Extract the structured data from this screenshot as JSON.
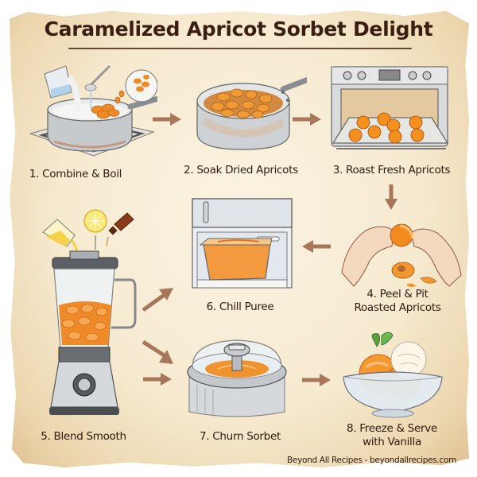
{
  "title": "Caramelized Apricot Sorbet Delight",
  "steps": [
    {
      "number": 1,
      "label": "1. Combine & Boil",
      "illustration": "saucepan-on-stove-icon"
    },
    {
      "number": 2,
      "label": "2. Soak Dried Apricots",
      "illustration": "saucepan-with-apricots-icon"
    },
    {
      "number": 3,
      "label": "3. Roast Fresh Apricots",
      "illustration": "oven-with-apricots-icon"
    },
    {
      "number": 4,
      "label_line1": "4. Peel & Pit",
      "label_line2": "Roasted Apricots",
      "illustration": "hands-peeling-apricot-icon"
    },
    {
      "number": 5,
      "label": "5. Blend Smooth",
      "illustration": "blender-icon"
    },
    {
      "number": 6,
      "label": "6. Chill Puree",
      "illustration": "fridge-container-icon"
    },
    {
      "number": 7,
      "label": "7. Churn Sorbet",
      "illustration": "ice-cream-maker-icon"
    },
    {
      "number": 8,
      "label_line1": "8. Freeze & Serve",
      "label_line2": "with Vanilla",
      "illustration": "sorbet-bowl-icon"
    }
  ],
  "arrows": [
    {
      "from": 1,
      "to": 2,
      "direction": "right"
    },
    {
      "from": 2,
      "to": 3,
      "direction": "right"
    },
    {
      "from": 3,
      "to": 4,
      "direction": "down"
    },
    {
      "from": 4,
      "to": 6,
      "direction": "left"
    },
    {
      "from": 5,
      "to": 6,
      "direction": "up-right"
    },
    {
      "from": 5,
      "to": 7,
      "direction": "down-right"
    },
    {
      "from": 5,
      "to": 7,
      "direction": "right"
    },
    {
      "from": 7,
      "to": 8,
      "direction": "right"
    }
  ],
  "footer": "Beyond All Recipes - beyondallrecipes.com",
  "colors": {
    "title": "#3b1e12",
    "text": "#2e1a10",
    "arrow": "#a8765a",
    "apricot": "#f0902a",
    "parchment": "#f6ead0",
    "steel": "#b8bcc0"
  }
}
